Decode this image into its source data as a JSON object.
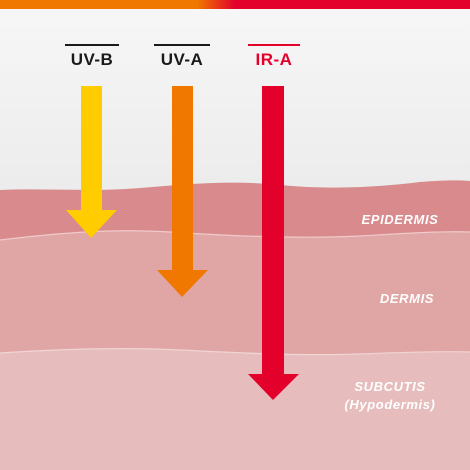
{
  "radiation": {
    "uvb": {
      "label": "UV-B",
      "color": "#ffcc00",
      "label_color": "#1a1a1a"
    },
    "uva": {
      "label": "UV-A",
      "color": "#f07800",
      "label_color": "#1a1a1a"
    },
    "ira": {
      "label": "IR-A",
      "color": "#e3002b",
      "label_color": "#e3002b"
    }
  },
  "layers": {
    "epidermis": {
      "label": "EPIDERMIS",
      "color": "#d98a8c"
    },
    "dermis": {
      "label": "DERMIS",
      "color": "#e0a6a6"
    },
    "subcutis": {
      "label": "SUBCUTIS",
      "sublabel": "(Hypodermis)",
      "color": "#e6bcbc"
    }
  },
  "colors": {
    "background_top": "#ffffff",
    "background_bottom": "#e6e6e6",
    "top_band_left": "#f07800",
    "top_band_right": "#e3002b"
  }
}
